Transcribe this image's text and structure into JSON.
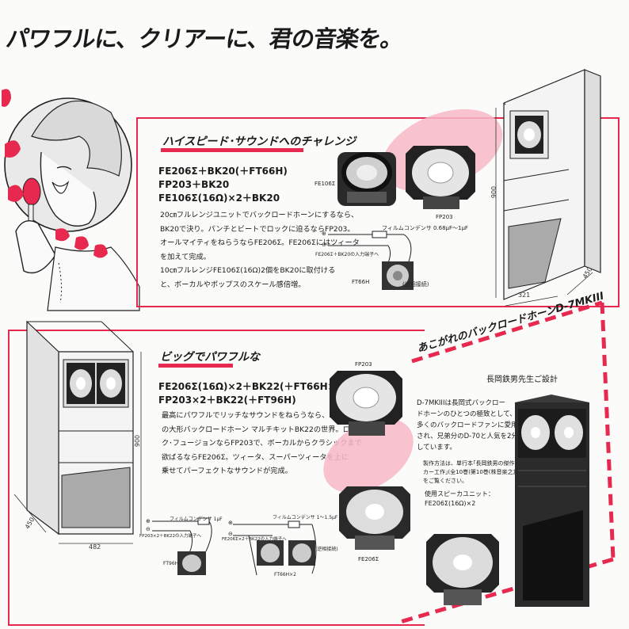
{
  "headline": "パワフルに、クリアーに、君の音楽を。",
  "top_section": {
    "title": "ハイスピード･サウンドへのチャレンジ",
    "specs": [
      "FE206Σ＋BK20(＋FT66H)",
      "FP203＋BK20",
      "FE106Σ(16Ω)×2＋BK20"
    ],
    "body": [
      "20㎝フルレンジユニットでバックロードホーンにするなら、",
      "BK20で決り。パンチとビートでロックに迫るならFP203。",
      "オールマイティをねらうならFE206Σ。FE206Σにはツィータ",
      "を加えて完成。",
      "10㎝フルレンジFE106Σ(16Ω)2個をBK20に取付ける",
      "と、ボーカルやポップスのスケール感倍増。"
    ],
    "labels": {
      "fe106": "FE106Σ",
      "fp203": "FP203",
      "capacitor": "フィルムコンデンサ 0.68μF～1μF",
      "input": "FE206Σ＋BK20の入力端子へ",
      "ft66h": "FT66H",
      "reverse": "(逆相接続)",
      "plus": "⊕",
      "minus": "⊖"
    },
    "dims": {
      "height": "900",
      "width": "321",
      "depth": "450"
    }
  },
  "bottom_section": {
    "title": "ビッグでパワフルな",
    "specs": [
      "FE206Σ(16Ω)×2＋BK22(＋FT66H×2)",
      "FP203×2＋BK22(＋FT96H)"
    ],
    "body": [
      "最高にパワフルでリッチなサウンドをねらうなら、2発使い",
      "の大形バックロードホーン マルチキットBK22の世界。ロッ",
      "ク･フュージョンならFP203で、ボーカルからクラシックまで",
      "欲ばるならFE206Σ。ツィータ、スーパーツィータを上に",
      "乗せてパーフェクトなサウンドが完成。"
    ],
    "labels": {
      "fp203": "FP203",
      "fe206": "FE206Σ",
      "cap1": "フィルムコンデンサ 1μF",
      "cap2": "フィルムコンデンサ 1～1.5μF",
      "input1": "FP203×2＋BK22の入力端子へ",
      "input2": "FE206Σ×2＋BK22の入力端子へ",
      "ft96h": "FT96H",
      "ft66h2": "FT66H×2",
      "reverse": "(逆相接続)",
      "plus": "⊕",
      "minus": "⊖"
    },
    "dims": {
      "height": "900",
      "width": "482",
      "depth": "450"
    }
  },
  "d7_section": {
    "title": "あこがれのバックロードホーンD-7MKIII",
    "designer": "長岡鉄男先生ご設計",
    "body": [
      "D-7MKIIIは長岡式バックロー",
      "ドホーンのひとつの極致として、",
      "多くのバックロードファンに愛用",
      "され、兄弟分のD-70と人気を2分",
      "しています。"
    ],
    "note": [
      "製作方法は、単行本｢長岡鉄男の傑作スピー",
      "カー工作｣(全10巻)第10巻(株音楽之友社刊)",
      "をご覧ください。"
    ],
    "units": [
      "使用スピーカユニット：",
      "FE206Σ(16Ω)×2"
    ]
  },
  "colors": {
    "accent": "#e8294f",
    "pink": "#f7b9c8"
  }
}
